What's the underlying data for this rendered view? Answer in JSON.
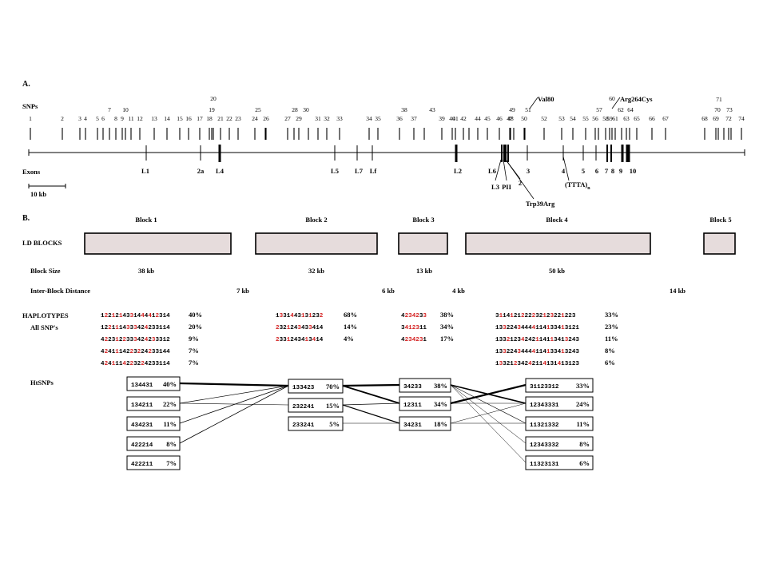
{
  "panel_a": {
    "label": "A.",
    "snps_label": "SNPs",
    "exons_label": "Exons",
    "scale_label": "10 kb",
    "snps": [
      {
        "n": "1",
        "red": false
      },
      {
        "n": "2",
        "red": false
      },
      {
        "n": "3",
        "red": false
      },
      {
        "n": "4",
        "red": true
      },
      {
        "n": "5",
        "red": false
      },
      {
        "n": "6",
        "red": false
      },
      {
        "n": "7",
        "red": false
      },
      {
        "n": "8",
        "red": false
      },
      {
        "n": "9",
        "red": false
      },
      {
        "n": "10",
        "red": false
      },
      {
        "n": "11",
        "red": true
      },
      {
        "n": "12",
        "red": false
      },
      {
        "n": "13",
        "red": false
      },
      {
        "n": "14",
        "red": true
      },
      {
        "n": "15",
        "red": true
      },
      {
        "n": "16",
        "red": false
      },
      {
        "n": "17",
        "red": false
      },
      {
        "n": "18",
        "red": false
      },
      {
        "n": "19",
        "red": false
      },
      {
        "n": "20",
        "red": true
      },
      {
        "n": "21",
        "red": true
      },
      {
        "n": "22",
        "red": false
      },
      {
        "n": "23",
        "red": false
      },
      {
        "n": "24",
        "red": true
      },
      {
        "n": "25",
        "red": true
      },
      {
        "n": "26",
        "red": true
      },
      {
        "n": "27",
        "red": false
      },
      {
        "n": "28",
        "red": true
      },
      {
        "n": "29",
        "red": false
      },
      {
        "n": "30",
        "red": false
      },
      {
        "n": "31",
        "red": false
      },
      {
        "n": "32",
        "red": false
      },
      {
        "n": "33",
        "red": false
      },
      {
        "n": "34",
        "red": true
      },
      {
        "n": "35",
        "red": true
      },
      {
        "n": "36",
        "red": false
      },
      {
        "n": "37",
        "red": false
      },
      {
        "n": "38",
        "red": false
      },
      {
        "n": "39",
        "red": true
      },
      {
        "n": "40",
        "red": true
      },
      {
        "n": "41",
        "red": true
      },
      {
        "n": "42",
        "red": true
      },
      {
        "n": "43",
        "red": true
      },
      {
        "n": "44",
        "red": true
      },
      {
        "n": "45",
        "red": false
      },
      {
        "n": "46",
        "red": false
      },
      {
        "n": "47",
        "red": false
      },
      {
        "n": "48",
        "red": true
      },
      {
        "n": "49",
        "red": false
      },
      {
        "n": "50",
        "red": true
      },
      {
        "n": "51",
        "red": false
      },
      {
        "n": "52",
        "red": true
      },
      {
        "n": "53",
        "red": false
      },
      {
        "n": "54",
        "red": false
      },
      {
        "n": "55",
        "red": false
      },
      {
        "n": "56",
        "red": false
      },
      {
        "n": "57",
        "red": false
      },
      {
        "n": "58",
        "red": false
      },
      {
        "n": "59",
        "red": true
      },
      {
        "n": "60",
        "red": true
      },
      {
        "n": "61",
        "red": false
      },
      {
        "n": "62",
        "red": false
      },
      {
        "n": "63",
        "red": true
      },
      {
        "n": "64",
        "red": true
      },
      {
        "n": "65",
        "red": false
      },
      {
        "n": "66",
        "red": false
      },
      {
        "n": "67",
        "red": false
      },
      {
        "n": "68",
        "red": false
      },
      {
        "n": "69",
        "red": false
      },
      {
        "n": "70",
        "red": false
      },
      {
        "n": "71",
        "red": false
      },
      {
        "n": "72",
        "red": false
      },
      {
        "n": "73",
        "red": false
      },
      {
        "n": "74",
        "red": false
      }
    ],
    "variant_labels": [
      "Val80",
      "Arg264Cys",
      "Trp39Arg"
    ],
    "exons": [
      "L1",
      "2a",
      "L4",
      "L5",
      "L7",
      "Lf",
      "L2",
      "L6",
      "L3",
      "PII",
      "2",
      "3",
      "4",
      "5",
      "6",
      "7",
      "8",
      "9",
      "10"
    ],
    "repeat_label": "(TTTA)",
    "repeat_subscript": "n"
  },
  "panel_b": {
    "label": "B.",
    "ld_blocks_label": "LD BLOCKS",
    "block_size_label": "Block Size",
    "inter_block_label": "Inter-Block Distance",
    "haplotypes_label": "HAPLOTYPES",
    "all_snps_label": "All SNP's",
    "htsnps_label": "HtSNPs",
    "blocks": [
      {
        "name": "Block 1",
        "size": "38 kb"
      },
      {
        "name": "Block 2",
        "size": "32 kb"
      },
      {
        "name": "Block 3",
        "size": "13 kb"
      },
      {
        "name": "Block 4",
        "size": "50 kb"
      },
      {
        "name": "Block 5",
        "size": ""
      }
    ],
    "inter_block_distances": [
      "7 kb",
      "6 kb",
      "4 kb",
      "14 kb"
    ],
    "haplotypes": [
      [
        {
          "seq": "1221214331444412314",
          "pct": "40%"
        },
        {
          "seq": "1221114333424233114",
          "pct": "20%"
        },
        {
          "seq": "4223122333424233312",
          "pct": "9%"
        },
        {
          "seq": "4241114223224233144",
          "pct": "7%"
        },
        {
          "seq": "4241114223224233114",
          "pct": "7%"
        }
      ],
      [
        {
          "seq": "1331443131232",
          "pct": "68%"
        },
        {
          "seq": "2321243433414",
          "pct": "14%"
        },
        {
          "seq": "2331243413414",
          "pct": "4%"
        }
      ],
      [
        {
          "seq": "4234233",
          "pct": "38%"
        },
        {
          "seq": "3412311",
          "pct": "34%"
        },
        {
          "seq": "4234231",
          "pct": "17%"
        }
      ],
      [
        {
          "seq": "3114121222232123221223",
          "pct": "33%"
        },
        {
          "seq": "1332243444411413341312 1",
          "pct": "23%"
        },
        {
          "seq": "1332123424211411341324 3",
          "pct": "11%"
        },
        {
          "seq": "1332243444411413341324 3",
          "pct": "8%"
        },
        {
          "seq": "1332123424211413141312 3",
          "pct": "6%"
        }
      ]
    ],
    "htsnps": [
      [
        {
          "seq": "134431",
          "pct": "40%"
        },
        {
          "seq": "134211",
          "pct": "22%"
        },
        {
          "seq": "434231",
          "pct": "11%"
        },
        {
          "seq": "422214",
          "pct": "8%"
        },
        {
          "seq": "422211",
          "pct": "7%"
        }
      ],
      [
        {
          "seq": "133423",
          "pct": "70%"
        },
        {
          "seq": "232241",
          "pct": "15%"
        },
        {
          "seq": "233241",
          "pct": "5%"
        }
      ],
      [
        {
          "seq": "34233",
          "pct": "38%"
        },
        {
          "seq": "12311",
          "pct": "34%"
        },
        {
          "seq": "34231",
          "pct": "18%"
        }
      ],
      [
        {
          "seq": "31123312",
          "pct": "33%"
        },
        {
          "seq": "12343331",
          "pct": "24%"
        },
        {
          "seq": "11321332",
          "pct": "11%"
        },
        {
          "seq": "12343332",
          "pct": "8%"
        },
        {
          "seq": "11323131",
          "pct": "6%"
        }
      ]
    ]
  },
  "colors": {
    "red": "#d42020",
    "black": "#000000",
    "block_fill": "#e6dcdc"
  }
}
